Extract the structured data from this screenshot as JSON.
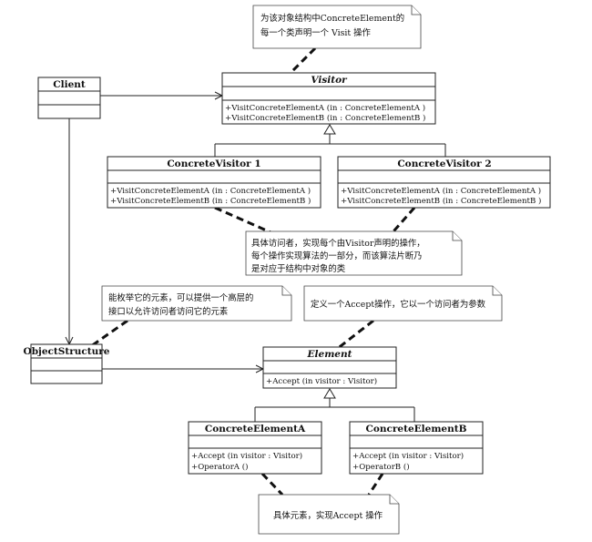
{
  "classes": {
    "client": {
      "name": "Client"
    },
    "visitor": {
      "name": "Visitor",
      "ops": [
        "+VisitConcreteElementA (in  : ConcreteElementA )",
        "+VisitConcreteElementB (in  : ConcreteElementB )"
      ]
    },
    "concrete_visitor_1": {
      "name": "ConcreteVisitor 1",
      "ops": [
        "+VisitConcreteElementA (in  : ConcreteElementA )",
        "+VisitConcreteElementB (in  : ConcreteElementB )"
      ]
    },
    "concrete_visitor_2": {
      "name": "ConcreteVisitor 2",
      "ops": [
        "+VisitConcreteElementA (in  : ConcreteElementA )",
        "+VisitConcreteElementB (in  : ConcreteElementB )"
      ]
    },
    "object_structure": {
      "name": "ObjectStructure"
    },
    "element": {
      "name": "Element",
      "ops": [
        "+Accept (in visitor  : Visitor)"
      ]
    },
    "concrete_element_a": {
      "name": "ConcreteElementA",
      "ops": [
        "+Accept (in visitor  : Visitor)",
        "+OperatorA ()"
      ]
    },
    "concrete_element_b": {
      "name": "ConcreteElementB",
      "ops": [
        "+Accept (in visitor  : Visitor)",
        "+OperatorB ()"
      ]
    }
  },
  "notes": {
    "visitor_note": [
      "为该对象结构中ConcreteElement的",
      "每一个类声明一个 Visit 操作"
    ],
    "concrete_visitor_note": [
      "具体访问者，实现每个由Visitor声明的操作，",
      "每个操作实现算法的一部分，而该算法片断乃",
      "是对应于结构中对象的类"
    ],
    "object_structure_note": [
      "能枚举它的元素，可以提供一个高层的",
      "接口以允许访问者访问它的元素"
    ],
    "element_note": [
      "定义一个Accept操作，它以一个访问者为参数"
    ],
    "concrete_element_note": [
      "具体元素，实现Accept 操作"
    ]
  }
}
